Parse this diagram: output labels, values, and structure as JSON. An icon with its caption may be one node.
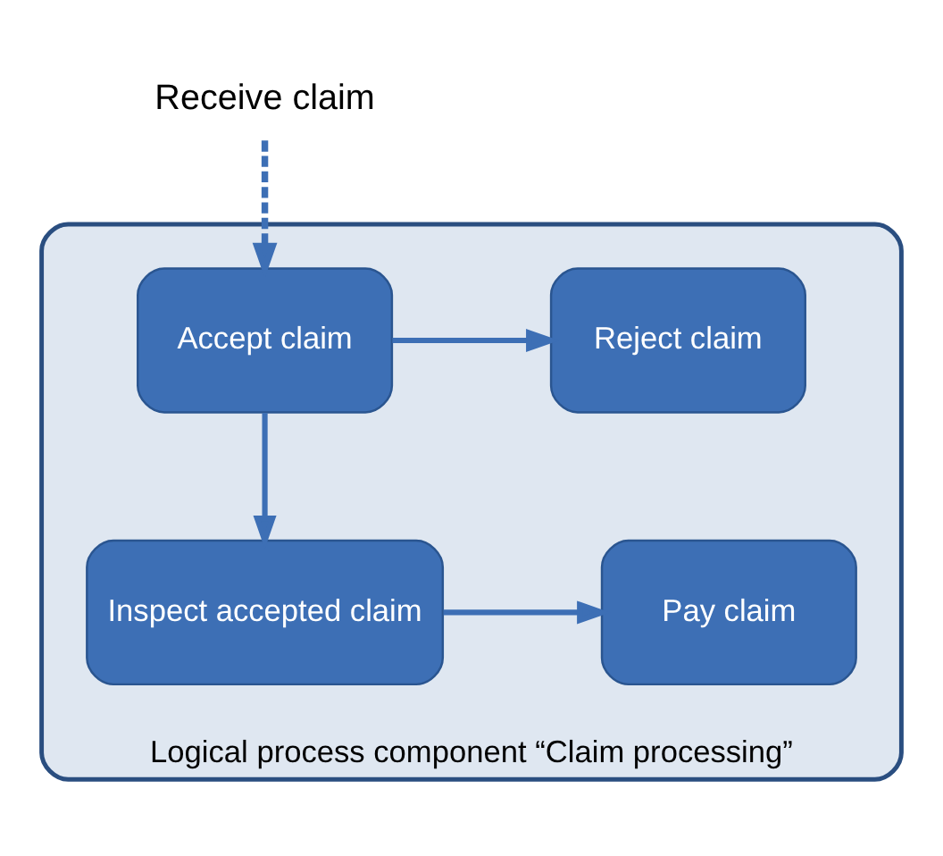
{
  "diagram": {
    "nodes": [
      {
        "text": [
          "Receive claim"
        ]
      },
      {
        "text": [
          "Logical process component “Claim processing”"
        ]
      },
      {
        "text": [
          "Accept claim"
        ],
        "in": 1
      },
      {
        "text": [
          "Reject claim"
        ],
        "in": 1
      },
      {
        "text": [
          "Inspect accepted claim"
        ],
        "in": 1
      },
      {
        "text": [
          "Pay claim"
        ],
        "in": 1
      }
    ],
    "edges": [
      {
        "from": 0,
        "to": 2,
        "arrow": "to",
        "style": "dashed"
      },
      {
        "from": 2,
        "to": 3,
        "arrow": "to"
      },
      {
        "from": 2,
        "to": 4,
        "arrow": "to"
      },
      {
        "from": 4,
        "to": 5,
        "arrow": "to"
      }
    ]
  }
}
